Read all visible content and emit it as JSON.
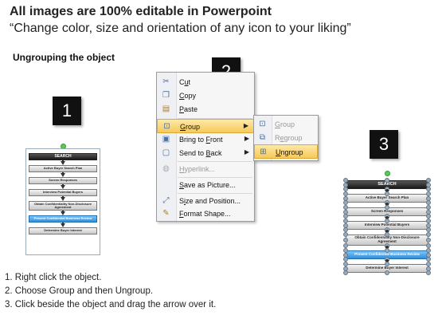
{
  "header": {
    "title": "All images are 100% editable in Powerpoint",
    "subtitle": "“Change color, size and orientation of any icon to your liking”"
  },
  "section_title": "Ungrouping the object",
  "badges": [
    "1",
    "2",
    "3"
  ],
  "context_menu": {
    "items": [
      {
        "label": "Cut",
        "icon": "scissors-icon"
      },
      {
        "label": "Copy",
        "icon": "copy-icon"
      },
      {
        "label": "Paste",
        "icon": "paste-icon"
      },
      {
        "label": "Group",
        "icon": "group-icon",
        "highlighted": true,
        "submenu": true
      },
      {
        "label": "Bring to Front",
        "icon": "bring-front-icon",
        "submenu": true
      },
      {
        "label": "Send to Back",
        "icon": "send-back-icon",
        "submenu": true
      },
      {
        "label": "Hyperlink...",
        "icon": "hyperlink-icon",
        "disabled": true
      },
      {
        "label": "Save as Picture...",
        "icon": ""
      },
      {
        "label": "Size and Position...",
        "icon": "size-position-icon"
      },
      {
        "label": "Format Shape...",
        "icon": "format-shape-icon"
      }
    ]
  },
  "group_submenu": {
    "items": [
      {
        "label": "Group",
        "icon": "group-icon"
      },
      {
        "label": "Regroup",
        "icon": "regroup-icon"
      },
      {
        "label": "Ungroup",
        "icon": "ungroup-icon",
        "highlighted": true
      }
    ]
  },
  "flowchart": {
    "steps": [
      "SEARCH",
      "Active Buyer Search Plan",
      "Screen Responses",
      "Interview Potential Buyers",
      "Obtain Confidentiality Non-Disclosure Agreement",
      "Present Confidential Business Review",
      "Determine Buyer Interest"
    ]
  },
  "instructions": [
    "1.  Right click the object.",
    "2.  Choose Group and then Ungroup.",
    "3.  Click beside the object and drag the arrow over it."
  ],
  "colors": {
    "highlight": "#f7c95a",
    "flow_accent": "#2f8fdc",
    "flow_header": "#1a1a1a"
  }
}
